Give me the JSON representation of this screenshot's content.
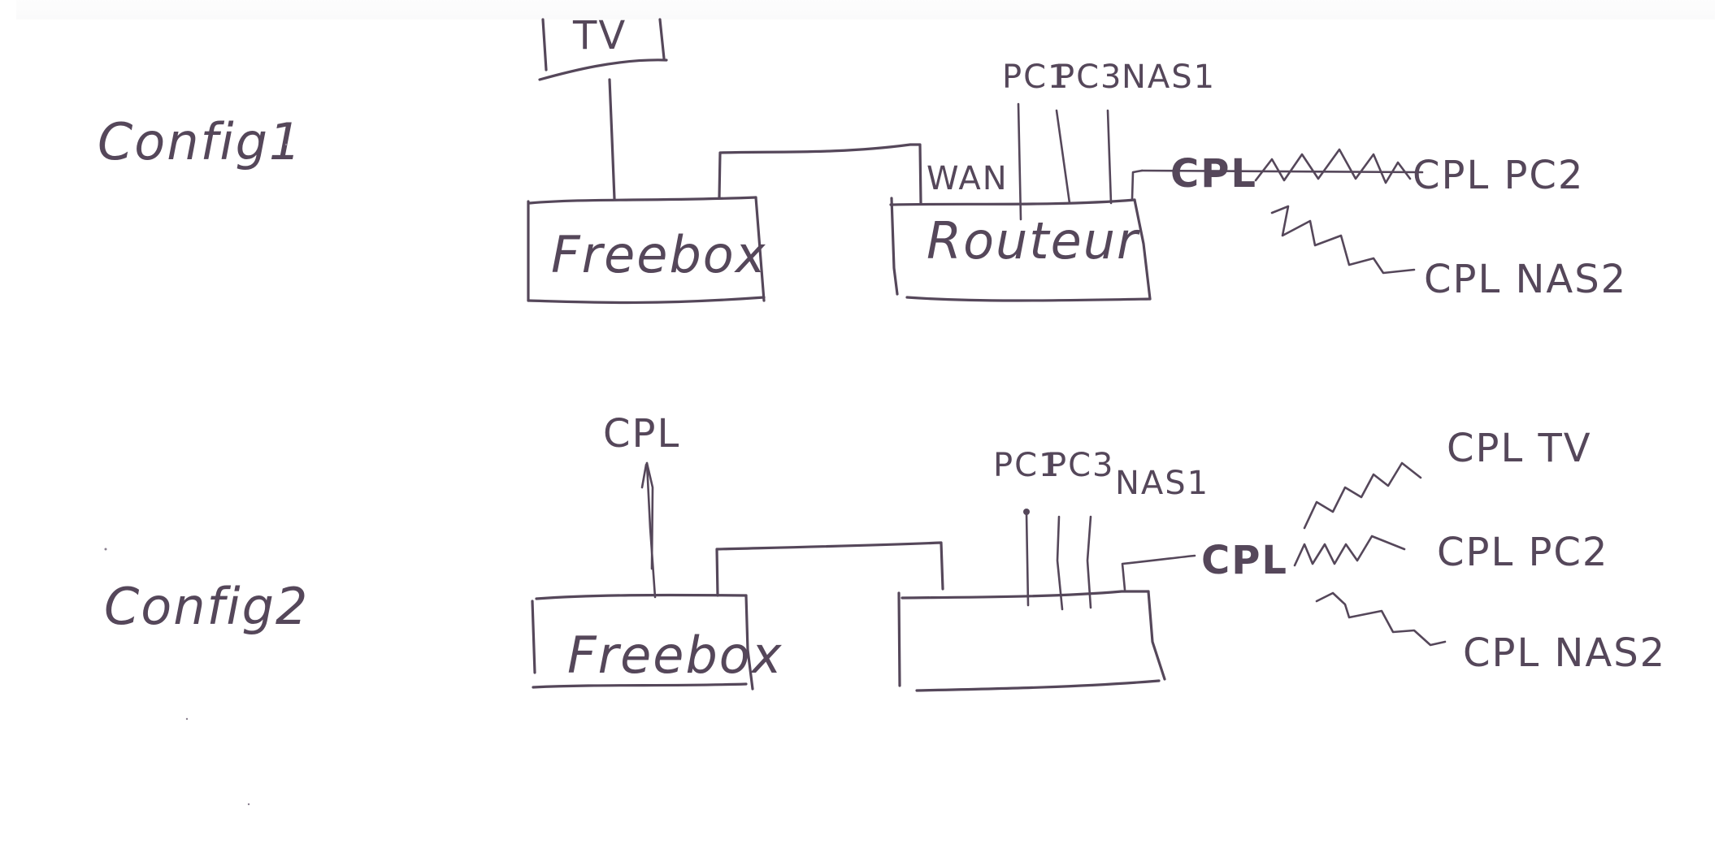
{
  "diagram": {
    "title": "Home network configurations (hand-drawn)",
    "ink_color": "#55475a",
    "background_color": "#ffffff",
    "config1": {
      "label": "Config1",
      "tv": {
        "label": "TV"
      },
      "freebox": {
        "label": "Freebox"
      },
      "router": {
        "label": "Routeur",
        "wan_label": "WAN",
        "ports": [
          "PC1",
          "PC3",
          "NAS1"
        ]
      },
      "cpl": {
        "hub_label": "CPL",
        "endpoints": [
          "CPL PC2",
          "CPL NAS2"
        ]
      },
      "connections": [
        {
          "from": "TV",
          "to": "Freebox",
          "type": "wired"
        },
        {
          "from": "Freebox",
          "to": "Routeur (WAN)",
          "type": "wired"
        },
        {
          "from": "Routeur",
          "to": "PC1",
          "type": "wired"
        },
        {
          "from": "Routeur",
          "to": "PC3",
          "type": "wired"
        },
        {
          "from": "Routeur",
          "to": "NAS1",
          "type": "wired"
        },
        {
          "from": "Routeur",
          "to": "CPL",
          "type": "wired"
        },
        {
          "from": "CPL",
          "to": "CPL PC2",
          "type": "powerline"
        },
        {
          "from": "CPL",
          "to": "CPL NAS2",
          "type": "powerline"
        }
      ]
    },
    "config2": {
      "label": "Config2",
      "freebox": {
        "label": "Freebox",
        "uplink_label": "CPL"
      },
      "router": {
        "label": "",
        "ports": [
          "PC1",
          "PC3",
          "NAS1"
        ]
      },
      "cpl": {
        "hub_label": "CPL",
        "endpoints": [
          "CPL TV",
          "CPL PC2",
          "CPL NAS2"
        ]
      },
      "connections": [
        {
          "from": "Freebox",
          "to": "CPL",
          "type": "wired-arrow"
        },
        {
          "from": "Freebox",
          "to": "Router",
          "type": "wired"
        },
        {
          "from": "Router",
          "to": "PC1",
          "type": "wired"
        },
        {
          "from": "Router",
          "to": "PC3",
          "type": "wired"
        },
        {
          "from": "Router",
          "to": "NAS1",
          "type": "wired"
        },
        {
          "from": "Router",
          "to": "CPL",
          "type": "wired"
        },
        {
          "from": "CPL",
          "to": "CPL TV",
          "type": "powerline"
        },
        {
          "from": "CPL",
          "to": "CPL PC2",
          "type": "powerline"
        },
        {
          "from": "CPL",
          "to": "CPL NAS2",
          "type": "powerline"
        }
      ]
    }
  }
}
